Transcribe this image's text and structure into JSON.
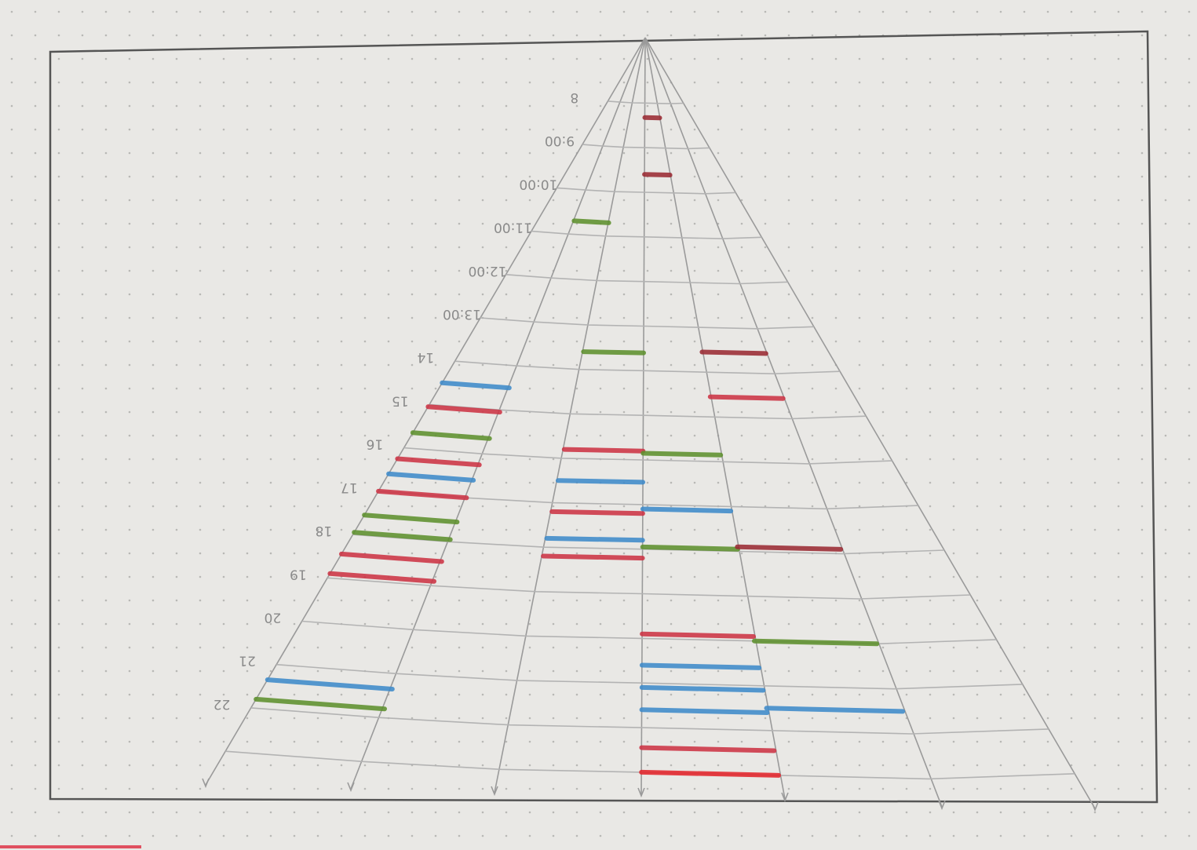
{
  "chart_data": {
    "type": "radial-timeline-fan",
    "time_labels": [
      "8",
      "9:00",
      "10:00",
      "11:00",
      "12:00",
      "13:00",
      "14",
      "15",
      "16",
      "17",
      "18",
      "19",
      "20",
      "21",
      "22"
    ],
    "colors": {
      "red": "#cc3344",
      "green": "#5d8f2e",
      "blue": "#3d8ac9",
      "dark_red": "#9a2a33",
      "bright_red": "#e3242b"
    },
    "segments": [
      {
        "spoke": 3,
        "start": 0.2,
        "end": 0.45,
        "color": "dark_red"
      },
      {
        "spoke": 3,
        "start": 1.5,
        "end": 1.7,
        "color": "dark_red"
      },
      {
        "spoke": 1,
        "start": 2.5,
        "end": 2.9,
        "color": "green"
      },
      {
        "spoke": 2,
        "start": 5.3,
        "end": 5.9,
        "color": "green"
      },
      {
        "spoke": 4,
        "start": 5.3,
        "end": 5.8,
        "color": "dark_red"
      },
      {
        "spoke": 0,
        "start": 6.2,
        "end": 6.8,
        "color": "blue"
      },
      {
        "spoke": 4,
        "start": 6.2,
        "end": 6.9,
        "color": "red"
      },
      {
        "spoke": 0,
        "start": 6.7,
        "end": 7.4,
        "color": "red"
      },
      {
        "spoke": 0,
        "start": 7.3,
        "end": 8.0,
        "color": "green"
      },
      {
        "spoke": 2,
        "start": 7.5,
        "end": 8.1,
        "color": "red"
      },
      {
        "spoke": 3,
        "start": 7.5,
        "end": 8.2,
        "color": "green"
      },
      {
        "spoke": 0,
        "start": 7.9,
        "end": 8.6,
        "color": "red"
      },
      {
        "spoke": 2,
        "start": 8.2,
        "end": 8.8,
        "color": "blue"
      },
      {
        "spoke": 0,
        "start": 8.3,
        "end": 8.9,
        "color": "blue"
      },
      {
        "spoke": 0,
        "start": 8.7,
        "end": 9.3,
        "color": "red"
      },
      {
        "spoke": 3,
        "start": 8.7,
        "end": 9.5,
        "color": "blue"
      },
      {
        "spoke": 2,
        "start": 8.9,
        "end": 9.5,
        "color": "red"
      },
      {
        "spoke": 0,
        "start": 9.2,
        "end": 9.9,
        "color": "green"
      },
      {
        "spoke": 2,
        "start": 9.5,
        "end": 10.1,
        "color": "blue"
      },
      {
        "spoke": 0,
        "start": 9.6,
        "end": 10.3,
        "color": "green"
      },
      {
        "spoke": 2,
        "start": 9.9,
        "end": 10.5,
        "color": "red"
      },
      {
        "spoke": 3,
        "start": 9.6,
        "end": 10.3,
        "color": "green"
      },
      {
        "spoke": 4,
        "start": 9.5,
        "end": 10.3,
        "color": "dark_red"
      },
      {
        "spoke": 0,
        "start": 10.1,
        "end": 10.8,
        "color": "red"
      },
      {
        "spoke": 0,
        "start": 10.5,
        "end": 11.3,
        "color": "red"
      },
      {
        "spoke": 3,
        "start": 11.5,
        "end": 12.3,
        "color": "red"
      },
      {
        "spoke": 4,
        "start": 11.6,
        "end": 12.4,
        "color": "green"
      },
      {
        "spoke": 3,
        "start": 12.2,
        "end": 13.0,
        "color": "blue"
      },
      {
        "spoke": 3,
        "start": 12.7,
        "end": 13.5,
        "color": "blue"
      },
      {
        "spoke": 3,
        "start": 13.2,
        "end": 14.0,
        "color": "blue"
      },
      {
        "spoke": 0,
        "start": 12.9,
        "end": 13.8,
        "color": "blue"
      },
      {
        "spoke": 0,
        "start": 13.3,
        "end": 14.3,
        "color": "green"
      },
      {
        "spoke": 4,
        "start": 13.0,
        "end": 14.0,
        "color": "blue"
      },
      {
        "spoke": 3,
        "start": 14.0,
        "end": 14.9,
        "color": "red"
      },
      {
        "spoke": 3,
        "start": 15.0,
        "end": 16.0,
        "color": "bright_red"
      }
    ]
  }
}
